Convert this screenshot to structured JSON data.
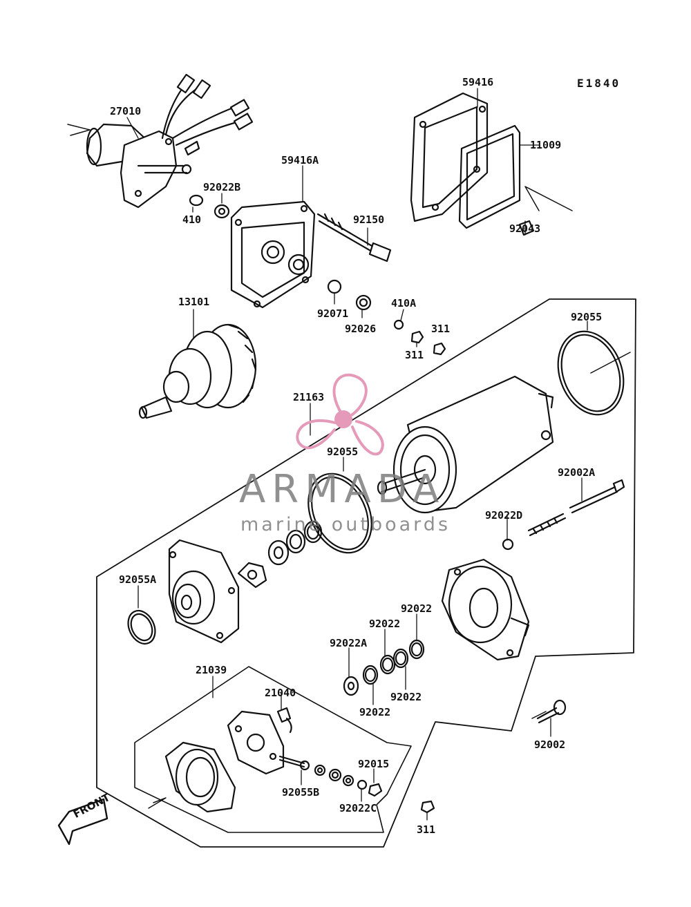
{
  "diagram_code": "E1840",
  "watermark": {
    "title": "ARMADA",
    "subtitle": "marine outboards",
    "color": "#e49ab8"
  },
  "front_label": "FRONT",
  "callouts": [
    "27010",
    "410",
    "92022B",
    "59416A",
    "92150",
    "59416",
    "11009",
    "92043",
    "13101",
    "92071",
    "92026",
    "410A",
    "311",
    "311",
    "92055",
    "21163",
    "92055",
    "92002A",
    "92022D",
    "92055A",
    "92022",
    "92022",
    "92022A",
    "92022",
    "92022",
    "92022",
    "21039",
    "21040",
    "92015",
    "92055B",
    "92022C",
    "311",
    "92002"
  ]
}
